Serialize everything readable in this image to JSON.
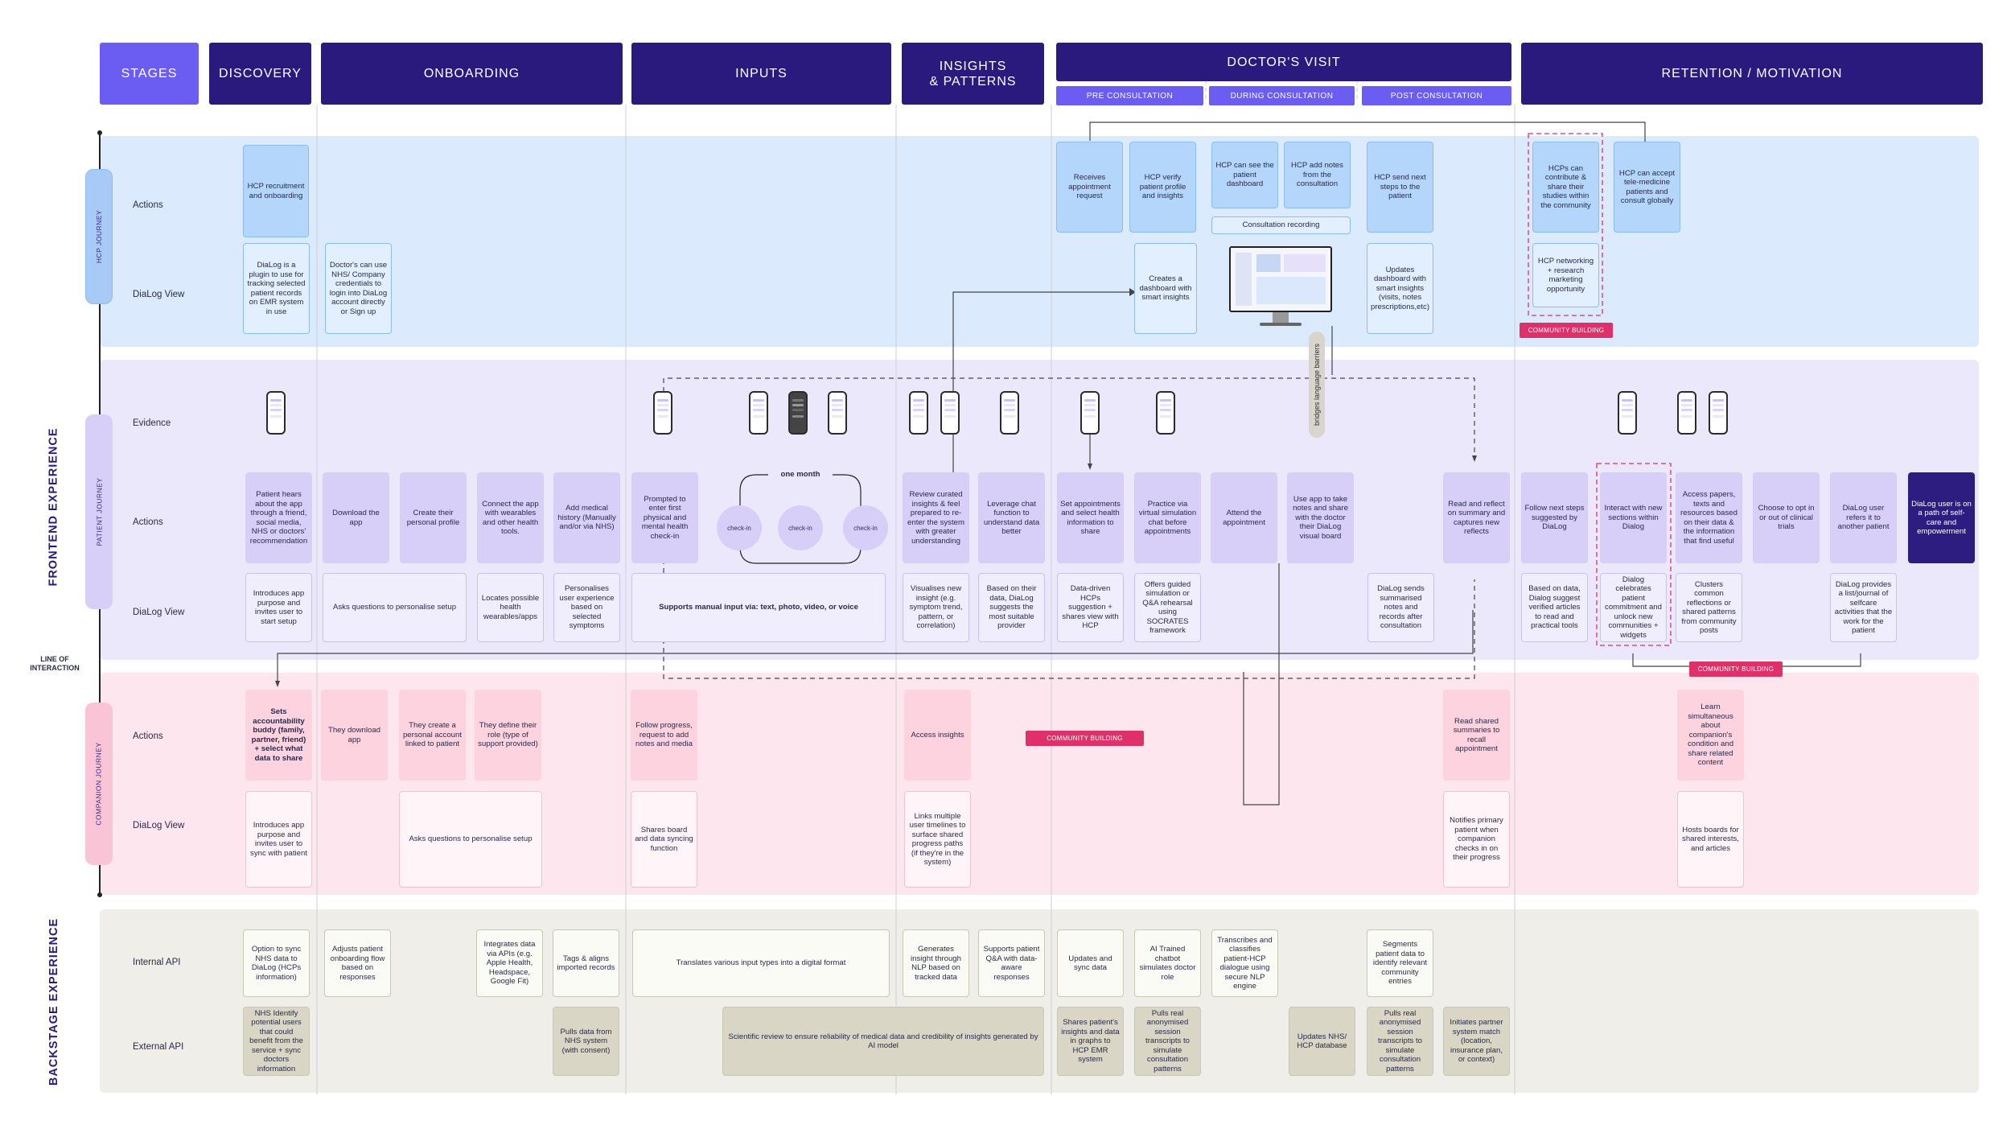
{
  "stages": {
    "header": "STAGES",
    "discovery": "DISCOVERY",
    "onboarding": "ONBOARDING",
    "inputs": "INPUTS",
    "insights": "INSIGHTS\n& PATTERNS",
    "doctors_visit": "DOCTOR'S VISIT",
    "retention": "RETENTION / MOTIVATION",
    "sub": [
      "PRE CONSULTATION",
      "DURING CONSULTATION",
      "POST CONSULTATION"
    ]
  },
  "sections": {
    "frontend": "FRONTEND EXPERIENCE",
    "backstage": "BACKSTAGE EXPERIENCE",
    "line_of_interaction": "LINE OF INTERACTION",
    "hcp_journey": "HCP JOURNEY",
    "patient_journey": "PATIENT JOURNEY",
    "companion_journey": "COMPANION JOURNEY"
  },
  "row_labels": {
    "hcp_actions": "Actions",
    "hcp_view": "DiaLog View",
    "evidence": "Evidence",
    "patient_actions": "Actions",
    "patient_view": "DiaLog View",
    "comp_actions": "Actions",
    "comp_view": "DiaLog View",
    "internal_api": "Internal API",
    "external_api": "External API"
  },
  "hcp": {
    "actions": [
      "HCP recruitment and onboarding",
      "Receives appointment request",
      "HCP verify patient profile and insights",
      "HCP can see the patient dashboard",
      "HCP add notes from the consultation",
      "HCP send next steps to the patient",
      "HCPs can contribute & share their studies within the community",
      "HCP can accept tele-medicine patients and consult globally"
    ],
    "views": [
      "DiaLog is a plugin to use for tracking selected patient records on EMR system in use",
      "Doctor's can use NHS/ Company credentials to login into DiaLog account directly or Sign up",
      "Creates a dashboard with smart insights",
      "Consultation recording",
      "Updates dashboard with smart insights (visits, notes prescriptions,etc)",
      "HCP networking + research marketing opportunity"
    ],
    "tag": "COMMUNITY BUILDING"
  },
  "patient": {
    "actions": [
      "Patient hears about the app through a friend, social media, NHS or doctors' recommendation",
      "Download the app",
      "Create their personal profile",
      "Connect the app with wearables and other health tools.",
      "Add medical history (Manually and/or via NHS)",
      "Prompted to enter first physical and mental health check-in",
      "Review curated insights & feel prepared to re-enter the system with greater understanding",
      "Leverage chat function to understand data better",
      "Set appointments and select health information to share",
      "Practice via virtual simulation chat before appointments",
      "Attend the appointment",
      "Use app to take notes and share with the doctor their DiaLog visual board",
      "Read and reflect on summary and captures new reflects",
      "Follow next steps suggested by DiaLog",
      "Interact with new sections within Dialog",
      "Access papers, texts and resources based on their data & the information that find useful",
      "Choose to opt in or out of clinical trials",
      "DiaLog user refers it to another patient",
      "DiaLog user is on a path of self-care and empowerment"
    ],
    "views": [
      "Introduces app purpose and invites user to start setup",
      "Asks questions to personalise setup",
      "Locates possible health wearables/apps",
      "Personalises user experience based on selected symptoms",
      "Supports manual input via: text, photo, video, or voice",
      "Visualises new insight (e.g. symptom trend, pattern, or correlation)",
      "Based on their data, DiaLog suggests the most suitable provider",
      "Data-driven HCPs suggestion + shares view with HCP",
      "Offers guided simulation or Q&A rehearsal using SOCRATES framework",
      "DiaLog sends summarised notes and records after consultation",
      "Based on data, Dialog suggest verified articles to read and practical tools",
      "Dialog celebrates patient commitment and unlock new communities + widgets",
      "Clusters common reflections or shared patterns from community posts",
      "DiaLog provides a list/journal of selfcare activities that the work for the patient"
    ],
    "one_month": "one month",
    "checkin": "check-in",
    "tag": "COMMUNITY BUILDING",
    "bridge": "bridges language barriers"
  },
  "companion": {
    "actions": [
      "Sets accountability buddy (family, partner, friend) + select what data to share",
      "They download app",
      "They create a personal account linked to patient",
      "They define their role (type of support provided)",
      "Follow progress, request to add notes and media",
      "Access insights",
      "Read shared summaries to recall appointment",
      "Learn simultaneous about companion's condition and share related content"
    ],
    "views": [
      "Introduces app purpose and invites user to sync with patient",
      "Asks questions to personalise setup",
      "Shares board and data syncing function",
      "Links multiple user timelines to surface shared progress paths (if they're in the system)",
      "Notifies primary patient when companion checks in on their progress",
      "Hosts boards for shared interests, and articles"
    ],
    "tag": "COMMUNITY BUILDING"
  },
  "internal_api": [
    "Option to sync NHS data to DiaLog (HCPs information)",
    "Adjusts patient onboarding flow based on responses",
    "Integrates data via APIs (e.g. Apple Health, Headspace, Google Fit)",
    "Tags & aligns imported records",
    "Translates various input types into a digital format",
    "Generates insight through NLP based on tracked data",
    "Supports patient Q&A with data-aware responses",
    "Updates and sync data",
    "AI Trained chatbot simulates doctor role",
    "Transcribes and classifies patient-HCP dialogue using secure NLP engine",
    "Segments patient data to identify relevant community entries"
  ],
  "external_api": [
    "NHS Identify potential users that could benefit from the service + sync doctors information",
    "Pulls data from NHS system (with consent)",
    "Scientific review to ensure reliability of medical data and credibility of insights generated by AI model",
    "Shares patient's insights and data in graphs to HCP EMR system",
    "Pulls real anonymised session transcripts to simulate consultation patterns",
    "Updates NHS/ HCP database",
    "Pulls real anonymised session transcripts to simulate consultation patterns",
    "Initiates partner system match (location, insurance plan, or context)"
  ],
  "colors": {
    "stage": "#2a1a7e",
    "stage_highlight": "#6b5cf2",
    "hcp_band": "#dbeafc",
    "patient_band": "#ece8fb",
    "companion_band": "#fde6ee",
    "backstage_band": "#efeee8",
    "tag": "#e0306a"
  }
}
